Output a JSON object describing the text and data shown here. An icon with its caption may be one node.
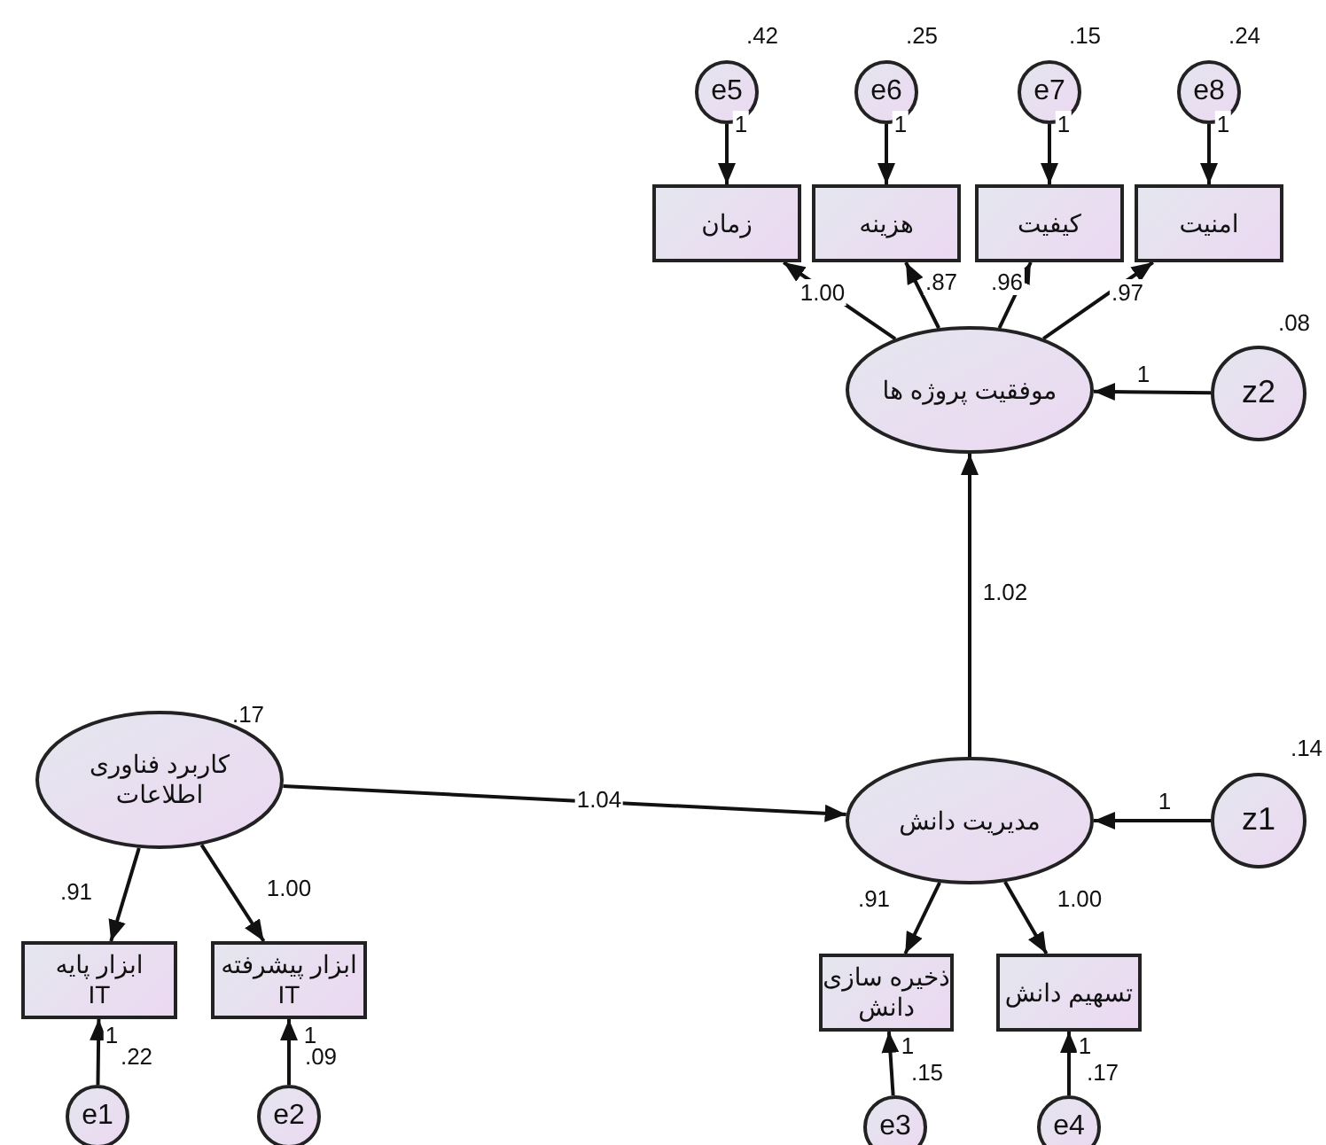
{
  "diagram": {
    "nodes": [
      {
        "text": [
          "e5"
        ],
        "beside": [
          ".42"
        ]
      },
      {
        "text": [
          "e6"
        ],
        "beside": [
          ".25"
        ]
      },
      {
        "text": [
          "e7"
        ],
        "beside": [
          ".15"
        ]
      },
      {
        "text": [
          "e8"
        ],
        "beside": [
          ".24"
        ]
      },
      {
        "text": [
          "زمان"
        ]
      },
      {
        "text": [
          "هزینه"
        ]
      },
      {
        "text": [
          "کیفیت"
        ]
      },
      {
        "text": [
          "امنیت"
        ]
      },
      {
        "text": [
          "موفقیت پروژه ها"
        ]
      },
      {
        "text": [
          "z2"
        ],
        "beside": [
          ".08"
        ]
      },
      {
        "text": [
          "کاربرد فناوری اطلاعات"
        ],
        "beside": [
          ".17"
        ]
      },
      {
        "text": [
          "مدیریت دانش"
        ]
      },
      {
        "text": [
          "z1"
        ],
        "beside": [
          ".14"
        ]
      },
      {
        "text": [
          "ابزار پایه IT"
        ]
      },
      {
        "text": [
          "ابزار پیشرفته IT"
        ]
      },
      {
        "text": [
          "ذخیره سازی دانش"
        ]
      },
      {
        "text": [
          "تسهیم دانش"
        ]
      },
      {
        "text": [
          "e1"
        ],
        "beside": [
          ".22"
        ]
      },
      {
        "text": [
          "e2"
        ],
        "beside": [
          ".09"
        ]
      },
      {
        "text": [
          "e3"
        ],
        "beside": [
          ".15"
        ]
      },
      {
        "text": [
          "e4"
        ],
        "beside": [
          ".17"
        ]
      }
    ],
    "edges": [
      {
        "from": 0,
        "to": 4,
        "arrow": "to",
        "label": "1"
      },
      {
        "from": 1,
        "to": 5,
        "arrow": "to",
        "label": "1"
      },
      {
        "from": 2,
        "to": 6,
        "arrow": "to",
        "label": "1"
      },
      {
        "from": 3,
        "to": 7,
        "arrow": "to",
        "label": "1"
      },
      {
        "from": 8,
        "to": 4,
        "arrow": "to",
        "label": "1.00"
      },
      {
        "from": 8,
        "to": 5,
        "arrow": "to",
        "label": ".87"
      },
      {
        "from": 8,
        "to": 6,
        "arrow": "to",
        "label": ".96"
      },
      {
        "from": 8,
        "to": 7,
        "arrow": "to",
        "label": ".97"
      },
      {
        "from": 9,
        "to": 8,
        "arrow": "to",
        "label": "1"
      },
      {
        "from": 11,
        "to": 8,
        "arrow": "to",
        "label": "1.02"
      },
      {
        "from": 10,
        "to": 11,
        "arrow": "to",
        "label": "1.04"
      },
      {
        "from": 12,
        "to": 11,
        "arrow": "to",
        "label": "1"
      },
      {
        "from": 10,
        "to": 13,
        "arrow": "to",
        "label": ".91"
      },
      {
        "from": 10,
        "to": 14,
        "arrow": "to",
        "label": "1.00"
      },
      {
        "from": 11,
        "to": 15,
        "arrow": "to",
        "label": ".91"
      },
      {
        "from": 11,
        "to": 16,
        "arrow": "to",
        "label": "1.00"
      },
      {
        "from": 17,
        "to": 13,
        "arrow": "to",
        "label": "1"
      },
      {
        "from": 18,
        "to": 14,
        "arrow": "to",
        "label": "1"
      },
      {
        "from": 19,
        "to": 15,
        "arrow": "to",
        "label": "1"
      },
      {
        "from": 20,
        "to": 16,
        "arrow": "to",
        "label": "1"
      }
    ]
  }
}
